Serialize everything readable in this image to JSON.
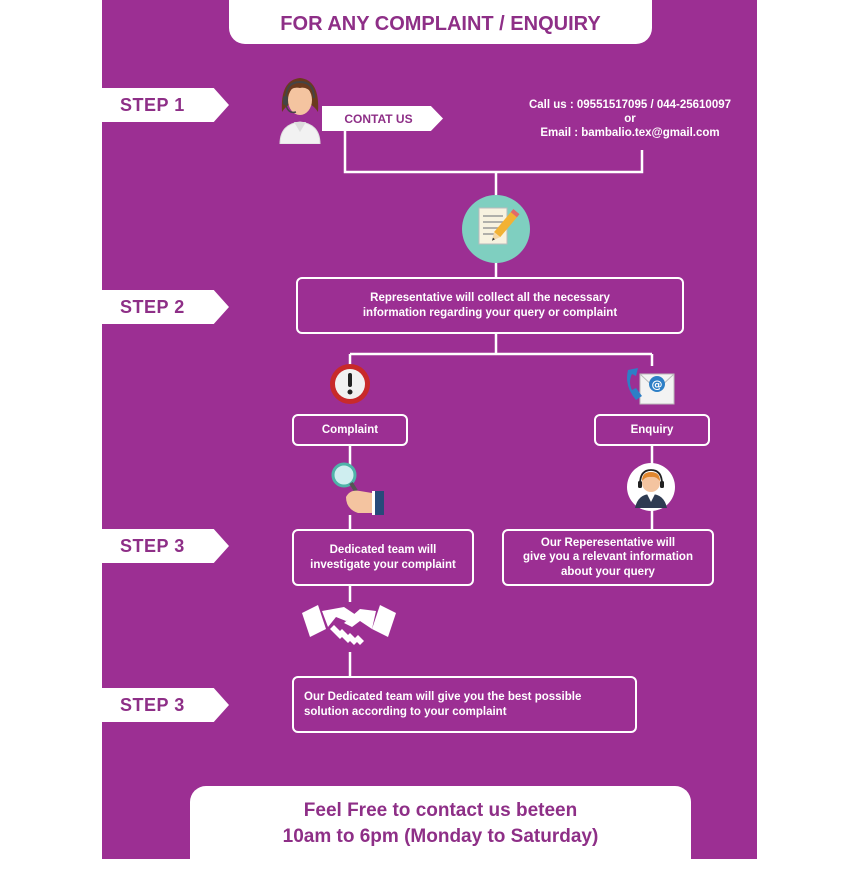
{
  "header": {
    "title": "FOR ANY COMPLAINT / ENQUIRY"
  },
  "steps": [
    "STEP 1",
    "STEP 2",
    "STEP 3",
    "STEP 3"
  ],
  "contact": {
    "tag": "CONTAT US",
    "line1": "Call us :  09551517095 / 044-25610097",
    "line2": "or",
    "line3": "Email  : bambalio.tex@gmail.com"
  },
  "step2_box": {
    "line1": "Representative will collect all the necessary",
    "line2": "information regarding your query or complaint"
  },
  "branches": {
    "complaint": "Complaint",
    "enquiry": "Enquiry"
  },
  "step3_left": {
    "line1": "Dedicated team will",
    "line2": "investigate your complaint"
  },
  "step3_right": {
    "line1": "Our Reperesentative will",
    "line2": "give you a relevant information",
    "line3": "about your query"
  },
  "final_box": {
    "line1": "Our Dedicated team will give you the best possible",
    "line2": "solution according to your complaint"
  },
  "footer": {
    "line1": "Feel Free to contact us beteen",
    "line2": "10am to 6pm (Monday to Saturday)"
  },
  "colors": {
    "background": "#9c2f93",
    "text_purple": "#8e2f87",
    "white": "#ffffff"
  }
}
